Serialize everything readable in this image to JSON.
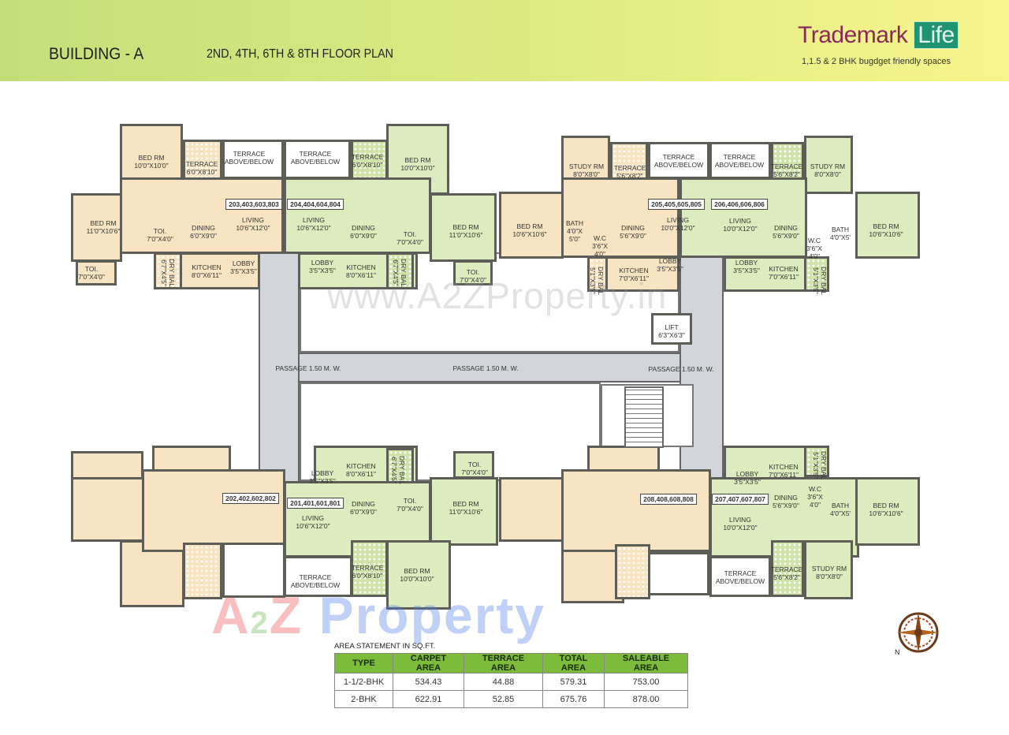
{
  "header": {
    "building": "BUILDING - A",
    "floor_plan": "2ND, 4TH, 6TH & 8TH FLOOR PLAN",
    "logo_main": "Trademark",
    "logo_accent": "Life",
    "tagline": "1,1.5 & 2 BHK bugdget friendly spaces"
  },
  "colors": {
    "unit_1_5bhk": "#f8e4c3",
    "unit_2bhk": "#dcecbf",
    "passage": "#d2d5da",
    "table_header": "#7dbb3b",
    "header_gradient": [
      "#c3df7a",
      "#f7f58c"
    ]
  },
  "units": [
    {
      "id": "203,403,603,803",
      "labels": [
        "BED RM\n10'0\"X10'0\"",
        "TERRACE\n6'0\"X8'10\"",
        "TERRACE\nABOVE/BELOW",
        "BED RM\n11'0\"X10'6\"",
        "TOI.\n7'0\"X4'0\"",
        "DINING\n6'0\"X9'0\"",
        "LIVING\n10'6\"X12'0\"",
        "TOI.\n7'0\"X4'0\"",
        "DRY BAL\n6'7\"X4'5\"",
        "KITCHEN\n8'0\"X6'11\"",
        "LOBBY\n3'5\"X3'5\""
      ]
    },
    {
      "id": "204,404,604,804",
      "labels": [
        "TERRACE\nABOVE/BELOW",
        "TERRACE\n6'0\"X8'10\"",
        "BED RM\n10'0\"X10'0\"",
        "LIVING\n10'6\"X12'0\"",
        "DINING\n6'0\"X9'0\"",
        "TOI.\n7'0\"X4'0\"",
        "BED RM\n11'0\"X10'6\"",
        "LOBBY\n3'5\"X3'5\"",
        "KITCHEN\n8'0\"X6'11\"",
        "DRY BAL\n6'7\"X4'5\"",
        "TOI.\n7'0\"X4'0\""
      ]
    },
    {
      "id": "205,405,605,805",
      "labels": [
        "STUDY RM\n8'0\"X8'0\"",
        "TERRACE\n5'6\"X8'2\"",
        "TERRACE\nABOVE/BELOW",
        "BED RM\n10'6\"X10'6\"",
        "BATH\n4'0\"X\n5'0\"",
        "W.C\n3'6\"X\n4'0\"",
        "LIVING\n10'0\"X12'0\"",
        "DINING\n5'6\"X9'0\"",
        "DRY BAL\n5'1\"X3'5\"",
        "KITCHEN\n7'0\"X6'11\"",
        "LOBBY\n3'5\"X3'5\""
      ]
    },
    {
      "id": "206,406,606,806",
      "labels": [
        "TERRACE\nABOVE/BELOW",
        "TERRACE\n5'6\"X8'2\"",
        "STUDY RM\n8'0\"X8'0\"",
        "LIVING\n10'0\"X12'0\"",
        "DINING\n5'6\"X9'0\"",
        "W.C\n3'6\"X\n4'0\"",
        "BATH\n4'0\"X5'",
        "BED RM\n10'6\"X10'6\"",
        "LOBBY\n3'5\"X3'5\"",
        "KITCHEN\n7'0\"X6'11\"",
        "DRY BAL\n5'1\"X3'5\""
      ]
    },
    {
      "id": "202,402,602,802",
      "labels": []
    },
    {
      "id": "201,401,601,801",
      "labels": [
        "KITCHEN\n8'0\"X6'11\"",
        "LOBBY\n3'5\"X3'5\"",
        "DRY BAL\n6'7\"X4'5\"",
        "TOI.\n7'0\"X4'0\"",
        "DINING\n6'0\"X9'0\"",
        "TOI.\n7'0\"X4'0\"",
        "BED RM\n11'0\"X10'6\"",
        "LIVING\n10'6\"X12'0\"",
        "TERRACE\nABOVE/BELOW",
        "TERRACE\n6'0\"X8'10\"",
        "BED RM\n10'0\"X10'0\""
      ]
    },
    {
      "id": "208,408,608,808",
      "labels": []
    },
    {
      "id": "207,407,607,807",
      "labels": [
        "LOBBY\n3'5\"X3'5\"",
        "KITCHEN\n7'0\"X6'11\"",
        "DRY BAL\n5'1\"X3'5\"",
        "DINING\n5'6\"X9'0\"",
        "W.C\n3'6\"X\n4'0\"",
        "BATH\n4'0\"X5'",
        "BED RM\n10'6\"X10'6\"",
        "LIVING\n10'0\"X12'0\"",
        "TERRACE\nABOVE/BELOW",
        "TERRACE\n5'6\"X8'2\"",
        "STUDY RM\n8'0\"X8'0\""
      ]
    }
  ],
  "lift": "LIFT\n6'3\"X6'3\"",
  "passages": [
    "PASSAGE 1.50 M. W.",
    "PASSAGE 1.50 M. W.",
    "PASSAGE 1.50 M. W."
  ],
  "watermarks": {
    "web": "www.A2ZProperty.in",
    "brand_a": "A",
    "brand_2": "2",
    "brand_z": "Z",
    "brand_rest": " Property"
  },
  "compass_icon": "compass-rose-icon",
  "area_table": {
    "title": "AREA STATEMENT IN SQ.FT.",
    "headers": [
      "TYPE",
      "CARPET AREA",
      "TERRACE AREA",
      "TOTAL AREA",
      "SALEABLE AREA"
    ],
    "rows": [
      [
        "1-1/2-BHK",
        "534.43",
        "44.88",
        "579.31",
        "753.00"
      ],
      [
        "2-BHK",
        "622.91",
        "52.85",
        "675.76",
        "878.00"
      ]
    ]
  }
}
